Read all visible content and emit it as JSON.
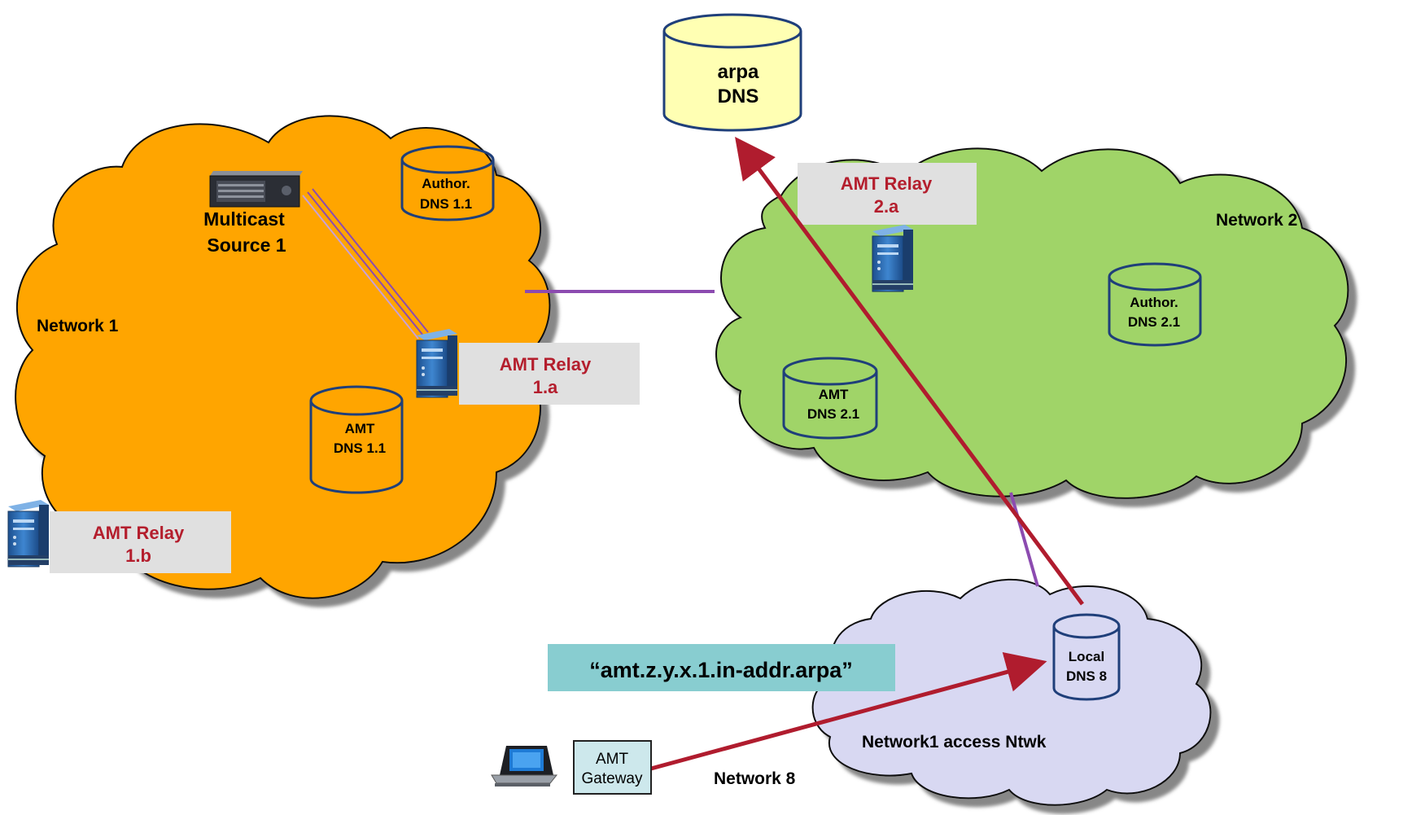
{
  "colors": {
    "network1_cloud": "#ffa500",
    "network2_cloud": "#a0d468",
    "access_cloud": "#d8d8f2",
    "arpa_cylinder": "#ffffb3",
    "relay_label_bg": "#e0e0e0",
    "query_label_bg": "#88cdd0",
    "gateway_label_bg": "#cde8ec",
    "dns_query_arrow": "#b01c2e",
    "link_line": "#8c4bb0",
    "relay_text": "#b41e2d",
    "server_blue": "#2f6fb8"
  },
  "icons": {
    "server": "server-tower-icon",
    "multicast_source": "rack-server-icon",
    "gateway": "laptop-icon",
    "dns": "database-cylinder-icon"
  },
  "networks": {
    "network1": "Network 1",
    "network2": "Network 2",
    "network8": "Network 8",
    "access": "Network1 access Ntwk"
  },
  "dns": {
    "arpa": {
      "line1": "arpa",
      "line2": "DNS"
    },
    "author1": {
      "line1": "Author.",
      "line2": "DNS 1.1"
    },
    "amt1": {
      "line1": "AMT",
      "line2": "DNS 1.1"
    },
    "author2": {
      "line1": "Author.",
      "line2": "DNS 2.1"
    },
    "amt2": {
      "line1": "AMT",
      "line2": "DNS 2.1"
    },
    "local8": {
      "line1": "Local",
      "line2": "DNS 8"
    }
  },
  "relays": {
    "r1a": {
      "line1": "AMT Relay",
      "line2": "1.a"
    },
    "r1b": {
      "line1": "AMT Relay",
      "line2": "1.b"
    },
    "r2a": {
      "line1": "AMT Relay",
      "line2": "2.a"
    }
  },
  "source": {
    "line1": "Multicast",
    "line2": "Source 1"
  },
  "gateway": {
    "line1": "AMT",
    "line2": "Gateway"
  },
  "query": {
    "text": "“amt.z.y.x.1.in-addr.arpa”"
  }
}
